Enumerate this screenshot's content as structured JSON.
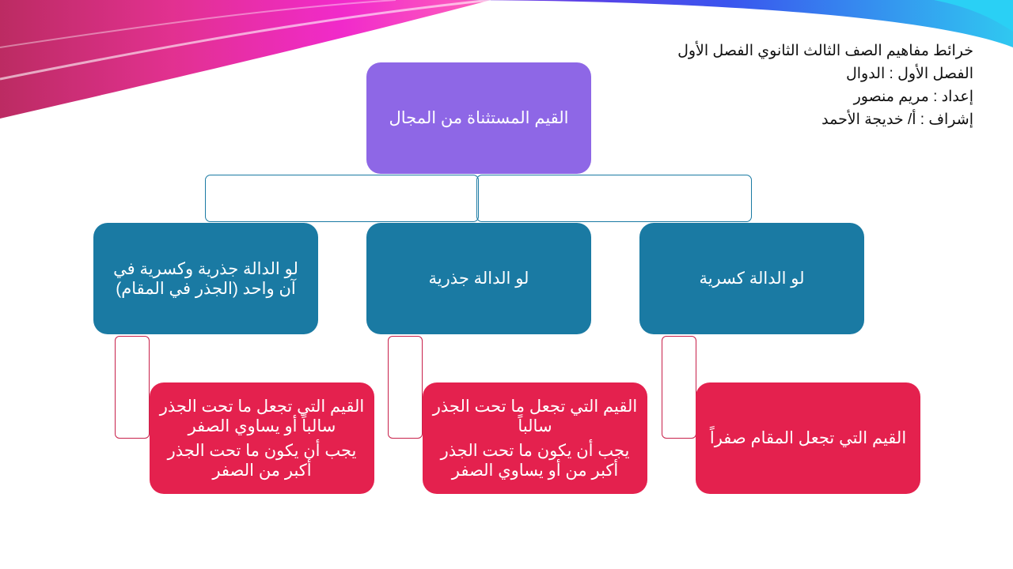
{
  "header": {
    "lines": [
      "خرائط مفاهيم الصف الثالث الثانوي الفصل الأول",
      "الفصل الأول : الدوال",
      "إعداد : مريم منصور",
      "إشراف : أ/ خديجة الأحمد"
    ]
  },
  "diagram": {
    "root": "القيم المستثناة من المجال",
    "branches": [
      {
        "title": "لو الدالة كسرية",
        "details": [
          "القيم التي تجعل المقام صفراً"
        ]
      },
      {
        "title": "لو الدالة جذرية",
        "details": [
          "القيم التي تجعل ما تحت الجذر سالباً",
          "يجب أن يكون ما تحت الجذر أكبر من أو يساوي الصفر"
        ]
      },
      {
        "title": "لو الدالة جذرية وكسرية في آن واحد (الجذر في المقام)",
        "details": [
          "القيم التي تجعل ما تحت الجذر سالباً أو يساوي الصفر",
          "يجب أن يكون ما تحت الجذر أكبر من الصفر"
        ]
      }
    ]
  },
  "colors": {
    "root": "#8e67e6",
    "branch": "#1a7aa3",
    "detail": "#e4214e"
  }
}
